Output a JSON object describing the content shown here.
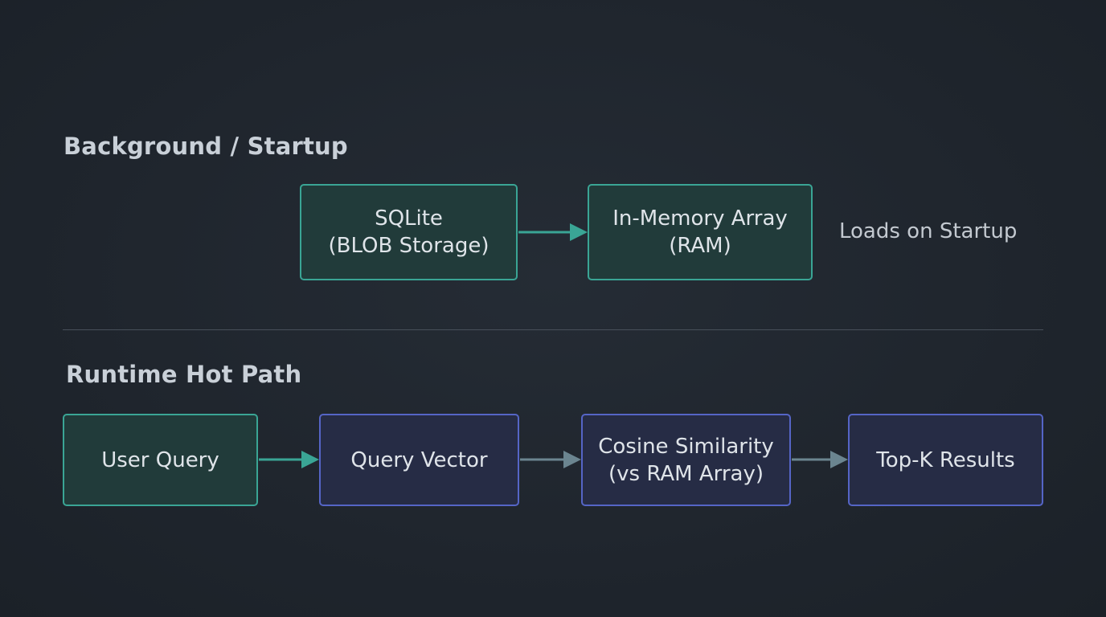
{
  "sections": {
    "startup": {
      "title": "Background / Startup",
      "nodes": [
        {
          "line1": "SQLite",
          "line2": "(BLOB Storage)"
        },
        {
          "line1": "In-Memory Array",
          "line2": "(RAM)"
        }
      ],
      "note": "Loads on Startup"
    },
    "runtime": {
      "title": "Runtime Hot Path",
      "nodes": [
        {
          "line1": "User Query"
        },
        {
          "line1": "Query Vector"
        },
        {
          "line1": "Cosine Similarity",
          "line2": "(vs RAM Array)"
        },
        {
          "line1": "Top-K Results"
        }
      ]
    }
  },
  "colors": {
    "background": "#1f252e",
    "teal_border": "#3aa595",
    "teal_fill": "#213b3a",
    "blue_border": "#5565c6",
    "blue_fill": "#262c45",
    "arrow_teal": "#3aa595",
    "arrow_gray": "#6b8590"
  }
}
